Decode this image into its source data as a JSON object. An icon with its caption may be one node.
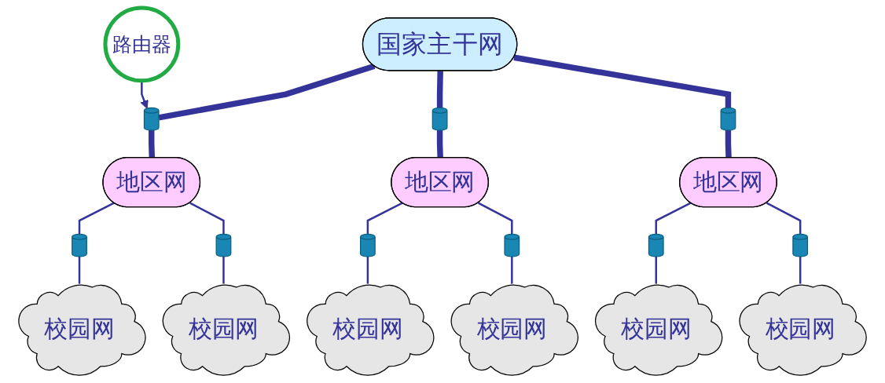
{
  "diagram": {
    "nodes": [
      {
        "text": [
          "国家主干网"
        ]
      },
      {
        "text": [
          "路由器"
        ]
      },
      {
        "text": [],
        "shape": "cylinder"
      },
      {
        "text": [],
        "shape": "cylinder"
      },
      {
        "text": [],
        "shape": "cylinder"
      },
      {
        "text": [
          "地区网"
        ]
      },
      {
        "text": [
          "地区网"
        ]
      },
      {
        "text": [
          "地区网"
        ]
      },
      {
        "text": [],
        "shape": "cylinder"
      },
      {
        "text": [],
        "shape": "cylinder"
      },
      {
        "text": [],
        "shape": "cylinder"
      },
      {
        "text": [],
        "shape": "cylinder"
      },
      {
        "text": [],
        "shape": "cylinder"
      },
      {
        "text": [],
        "shape": "cylinder"
      },
      {
        "text": [
          "校园网"
        ]
      },
      {
        "text": [
          "校园网"
        ]
      },
      {
        "text": [
          "校园网"
        ]
      },
      {
        "text": [
          "校园网"
        ]
      },
      {
        "text": [
          "校园网"
        ]
      },
      {
        "text": [
          "校园网"
        ]
      }
    ],
    "edges": [
      {
        "from": 1,
        "to": 2,
        "arrow": "to"
      },
      {
        "from": 0,
        "to": 2,
        "arrow": "none",
        "style": "thick"
      },
      {
        "from": 0,
        "to": 3,
        "arrow": "none",
        "style": "thick"
      },
      {
        "from": 0,
        "to": 4,
        "arrow": "none",
        "style": "thick"
      },
      {
        "from": 2,
        "to": 5,
        "arrow": "none",
        "style": "thick"
      },
      {
        "from": 3,
        "to": 6,
        "arrow": "none",
        "style": "thick"
      },
      {
        "from": 4,
        "to": 7,
        "arrow": "none",
        "style": "thick"
      },
      {
        "from": 5,
        "to": 8,
        "arrow": "none"
      },
      {
        "from": 5,
        "to": 9,
        "arrow": "none"
      },
      {
        "from": 6,
        "to": 10,
        "arrow": "none"
      },
      {
        "from": 6,
        "to": 11,
        "arrow": "none"
      },
      {
        "from": 7,
        "to": 12,
        "arrow": "none"
      },
      {
        "from": 7,
        "to": 13,
        "arrow": "none"
      },
      {
        "from": 8,
        "to": 14,
        "arrow": "none"
      },
      {
        "from": 9,
        "to": 15,
        "arrow": "none"
      },
      {
        "from": 10,
        "to": 16,
        "arrow": "none"
      },
      {
        "from": 11,
        "to": 17,
        "arrow": "none"
      },
      {
        "from": 12,
        "to": 18,
        "arrow": "none"
      },
      {
        "from": 13,
        "to": 19,
        "arrow": "none"
      }
    ]
  }
}
